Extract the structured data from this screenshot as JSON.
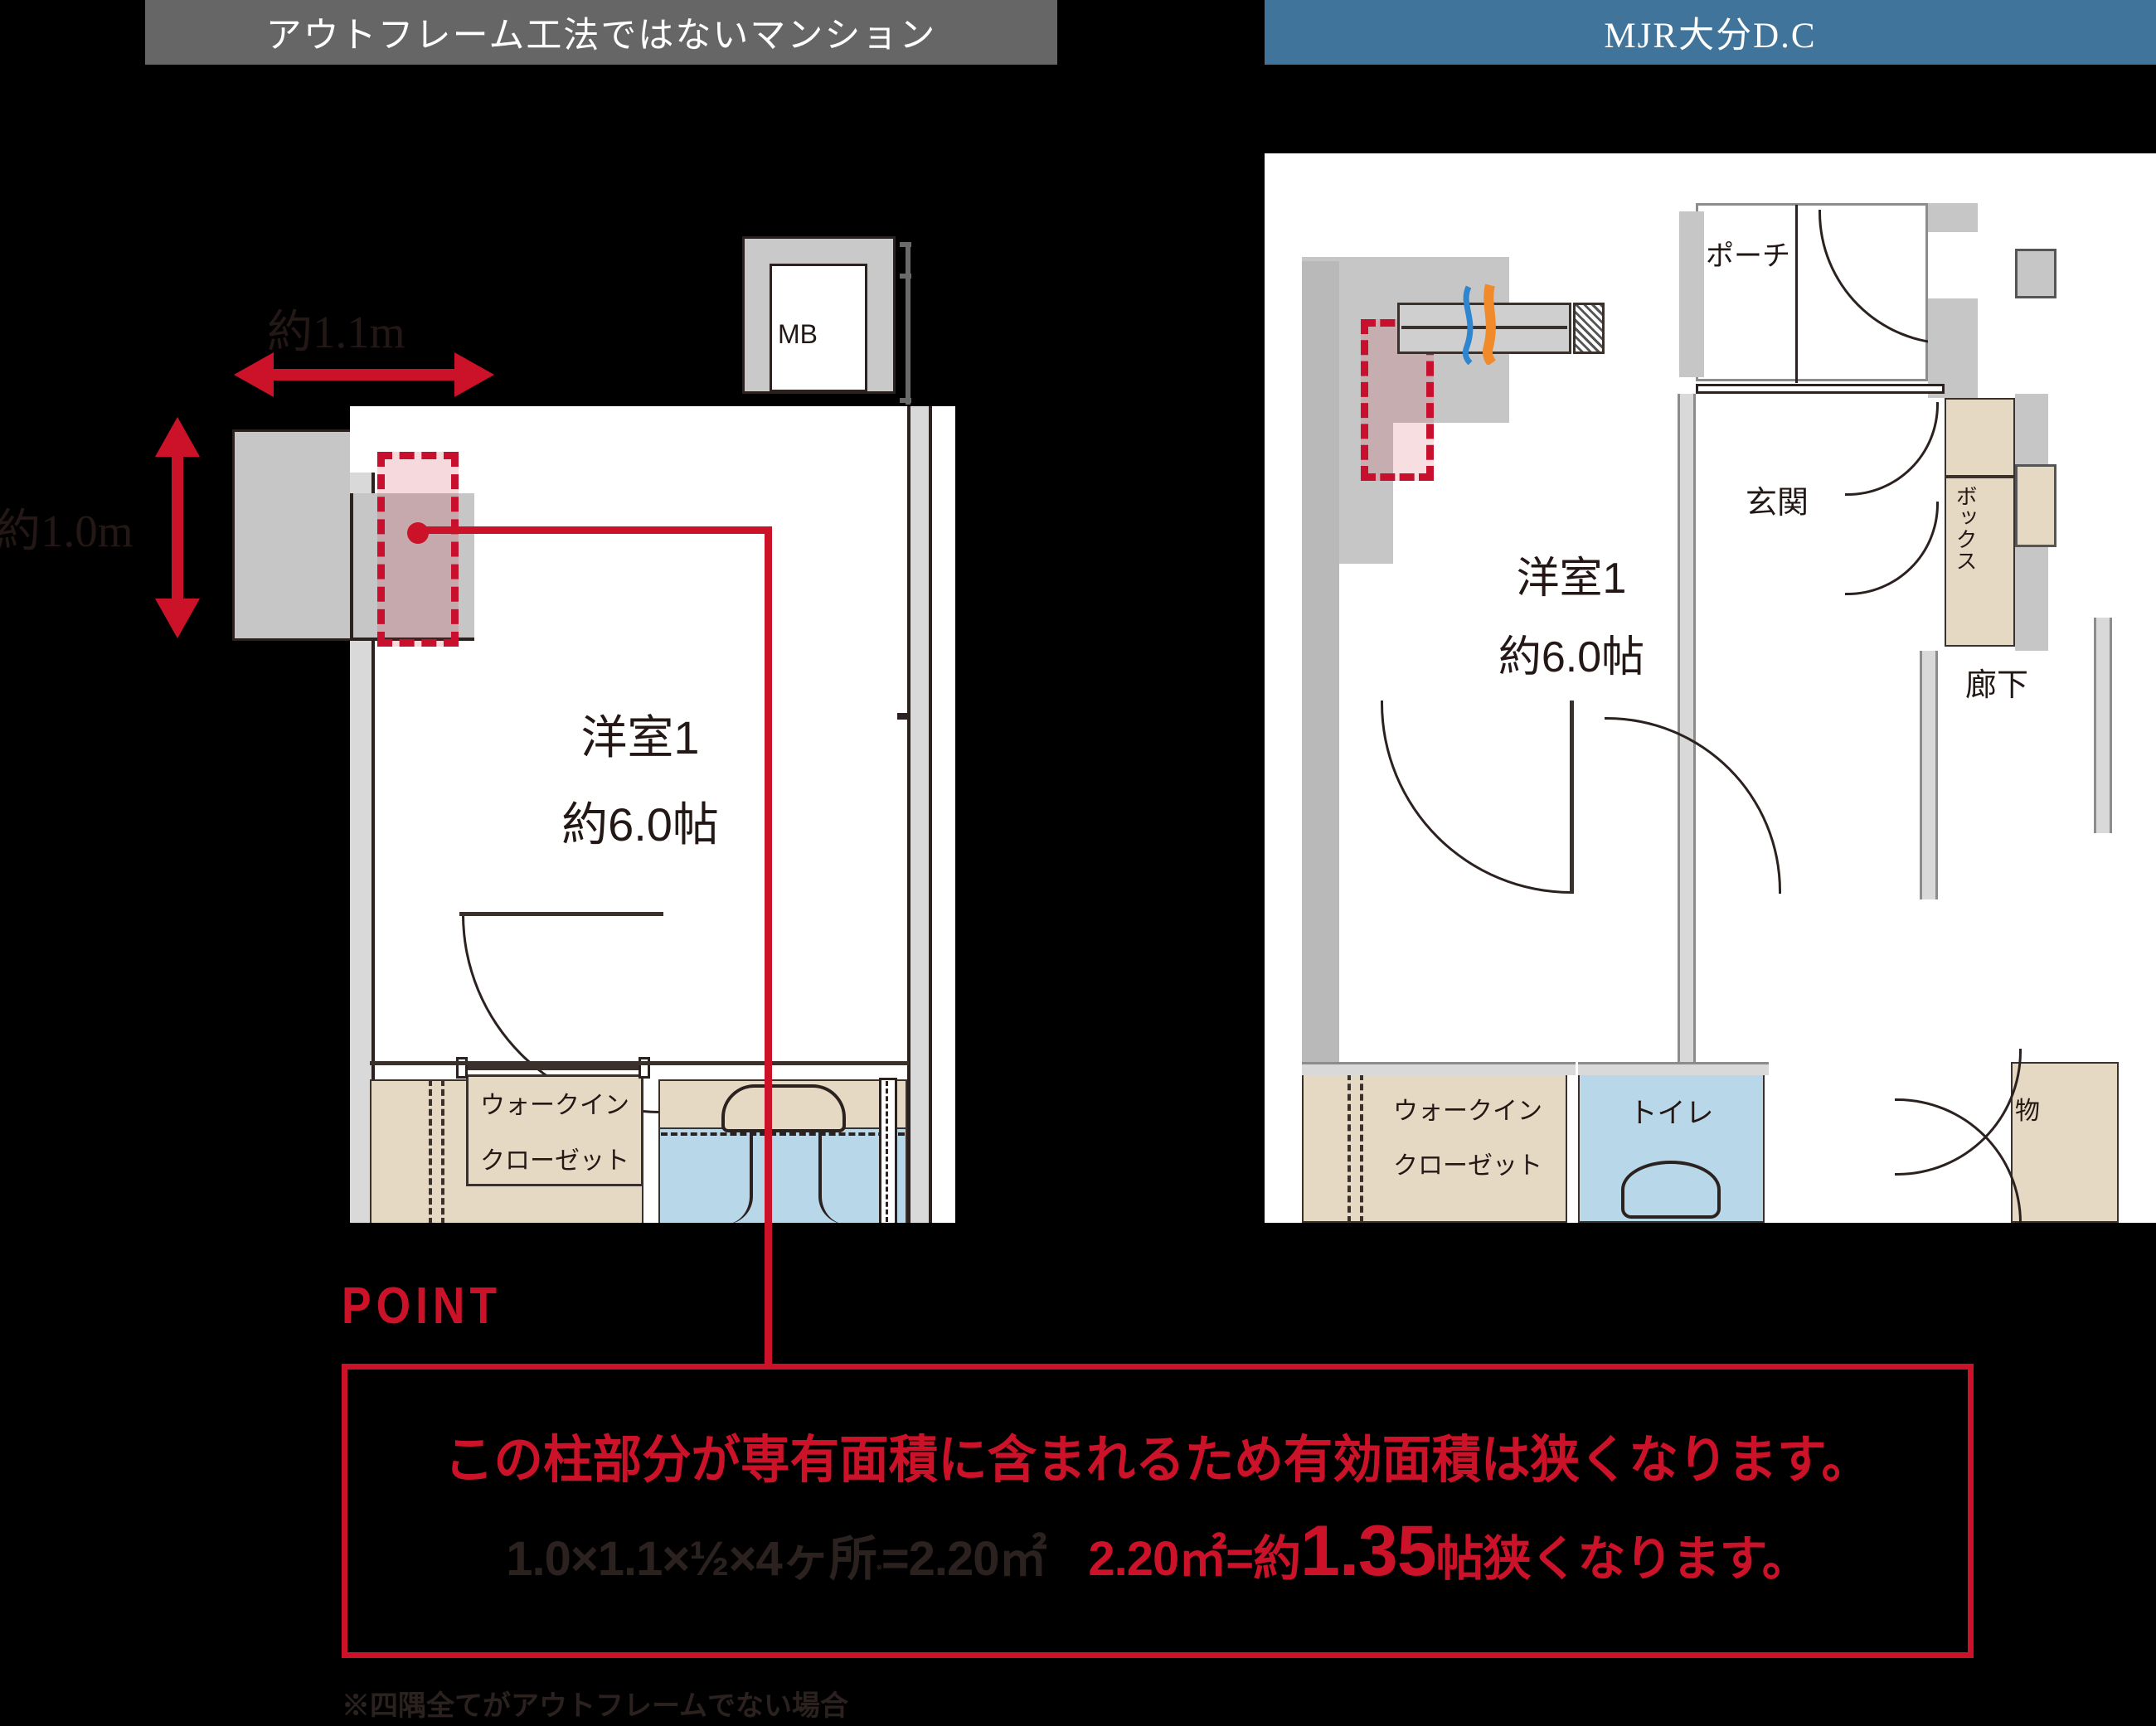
{
  "page": {
    "background_color": "#000000",
    "accent_red": "#cc1228",
    "header_gray": "#666666",
    "header_blue": "#41749a"
  },
  "headers": {
    "left": "アウトフレーム工法ではないマンション",
    "right": "MJR大分D.C"
  },
  "dimensions": {
    "width_label": "約1.1m",
    "height_label": "約1.0m"
  },
  "plan_left": {
    "rooms": [
      {
        "name": "洋室1",
        "area": "約6.0帖"
      }
    ],
    "labels": {
      "mb": "MB",
      "walkin_line1": "ウォークイン",
      "walkin_line2": "クローゼット"
    }
  },
  "plan_right": {
    "rooms": [
      {
        "name": "洋室1",
        "area": "約6.0帖"
      }
    ],
    "labels": {
      "porch": "ポーチ",
      "entrance": "玄関",
      "box": "ボックス",
      "corridor": "廊下",
      "walkin_line1": "ウォークイン",
      "walkin_line2": "クローゼット",
      "toilet": "トイレ",
      "storage": "物"
    }
  },
  "point": {
    "label": "POINT",
    "main_text": "この柱部分が専有面積に含まれるため有効面積は狭くなります。",
    "calc_dark_prefix": "1.0×1.1×½×4ヶ所",
    "calc_dark_mark": "※",
    "calc_dark_suffix": "=2.20㎡",
    "calc_red_prefix": "2.20㎡=約",
    "calc_red_number": "1.35",
    "calc_red_suffix": "帖狭くなります。"
  },
  "footnote": "※四隅全てがアウトフレームでない場合"
}
